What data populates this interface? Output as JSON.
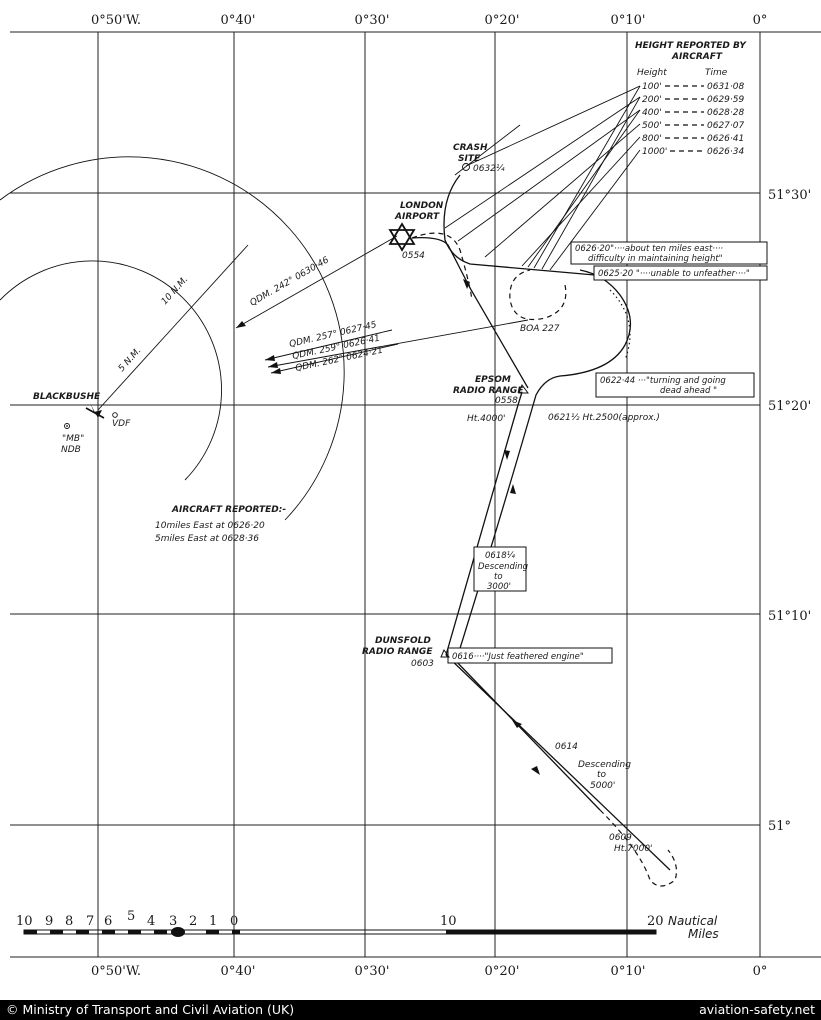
{
  "map": {
    "longitudes": [
      "0°50'W.",
      "0°40'",
      "0°30'",
      "0°20'",
      "0°10'",
      "0°"
    ],
    "latitudes": [
      "51°30'",
      "51°20'",
      "51°10'",
      "51°"
    ],
    "legend": {
      "title_line1": "HEIGHT REPORTED BY",
      "title_line2": "AIRCRAFT",
      "col_height": "Height",
      "col_time": "Time",
      "rows": [
        {
          "height": "100'",
          "time": "0631·08"
        },
        {
          "height": "200'",
          "time": "0629·59"
        },
        {
          "height": "400'",
          "time": "0628·28"
        },
        {
          "height": "500'",
          "time": "0627·07"
        },
        {
          "height": "800'",
          "time": "0626·41"
        },
        {
          "height": "1000'",
          "time": "0626·34"
        }
      ]
    },
    "places": {
      "crash_site_1": "CRASH",
      "crash_site_2": "SITE",
      "crash_time": "0632¼",
      "london_1": "LONDON",
      "london_2": "AIRPORT",
      "london_time": "0554",
      "epsom_1": "EPSOM",
      "epsom_2": "RADIO RANGE",
      "epsom_time": "0558",
      "dunsfold_1": "DUNSFOLD",
      "dunsfold_2": "RADIO RANGE",
      "dunsfold_time": "0603",
      "blackbushe": "BLACKBUSHE",
      "mb_1": "\"MB\"",
      "mb_2": "NDB",
      "vdf": "VDF"
    },
    "range_labels": {
      "nm5": "5 N.M.",
      "nm10": "10 N.M."
    },
    "bearings": {
      "qdm242": "QDM. 242° 0630·46",
      "qdm257": "QDM. 257° 0627·45",
      "qdm259": "QDM. 259° 0626·41",
      "qdm262": "QDM. 262° 0624·21"
    },
    "track_notes": {
      "boa": "BOA 227",
      "ht4000": "Ht.4000'",
      "t0621": "0621½ Ht.2500(approx.)",
      "t0614": "0614",
      "desc5000_1": "Descending",
      "desc5000_2": "to",
      "desc5000_3": "5000'",
      "t0609": "0609",
      "ht7000": "Ht.7000'"
    },
    "callouts": {
      "c0626_1": "0626·20\"····about ten miles east····",
      "c0626_2": "difficulty in maintaining height\"",
      "c0625": "0625·20 \"····unable to unfeather····\"",
      "c0622_1": "0622·44 ···\"turning and going",
      "c0622_2": "dead ahead \"",
      "c0618_1": "0618¼",
      "c0618_2": "Descending",
      "c0618_3": "to",
      "c0618_4": "3000'",
      "c0616": "0616····\"Just feathered engine\""
    },
    "reported": {
      "line1": "AIRCRAFT REPORTED:-",
      "line2": "10miles East at 0626·20",
      "line3": "5miles East at 0628·36"
    },
    "scale": {
      "ticks": [
        "10",
        "9",
        "8",
        "7",
        "6",
        "5",
        "4",
        "3",
        "2",
        "1",
        "0"
      ],
      "ten": "10",
      "twenty": "20",
      "unit_1": "Nautical",
      "unit_2": "Miles"
    }
  },
  "footer": {
    "credit": "© Ministry of Transport and Civil Aviation (UK)",
    "site": "aviation-safety.net"
  }
}
